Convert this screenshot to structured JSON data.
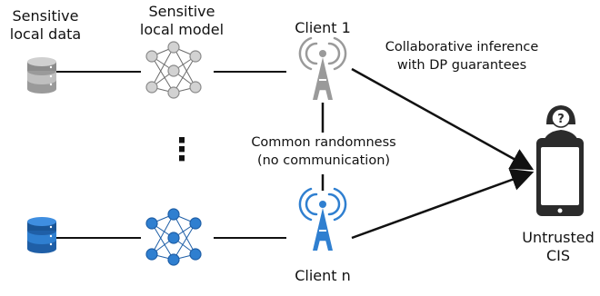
{
  "labels": {
    "sensitive_local_data": [
      "Sensitive",
      "local data"
    ],
    "sensitive_local_model": [
      "Sensitive",
      "local model"
    ],
    "client_1": "Client 1",
    "client_n": "Client n",
    "collab": [
      "Collaborative inference",
      "with DP guarantees"
    ],
    "common_randomness": [
      "Common randomness",
      "(no communication)"
    ],
    "untrusted": [
      "Untrusted",
      "CIS"
    ],
    "vertical_ellipsis": "⋮"
  },
  "icons": {
    "top_database": "database-icon",
    "top_network": "neural-network-icon",
    "top_tower": "antenna-tower-icon",
    "bottom_database": "database-icon",
    "bottom_network": "neural-network-icon",
    "bottom_tower": "antenna-tower-icon",
    "untrusted_device": "smartphone-icon",
    "untrusted_user": "anonymous-user-icon"
  },
  "colors": {
    "top_icons_fill": "#bfbfbf",
    "top_icons_stroke": "#6b6b6b",
    "bottom_icons_fill": "#2f7fd0",
    "bottom_icons_stroke": "#1f5fa7",
    "device_fill": "#2b2b2b",
    "device_screen": "#ffffff",
    "edges": "#111111"
  }
}
